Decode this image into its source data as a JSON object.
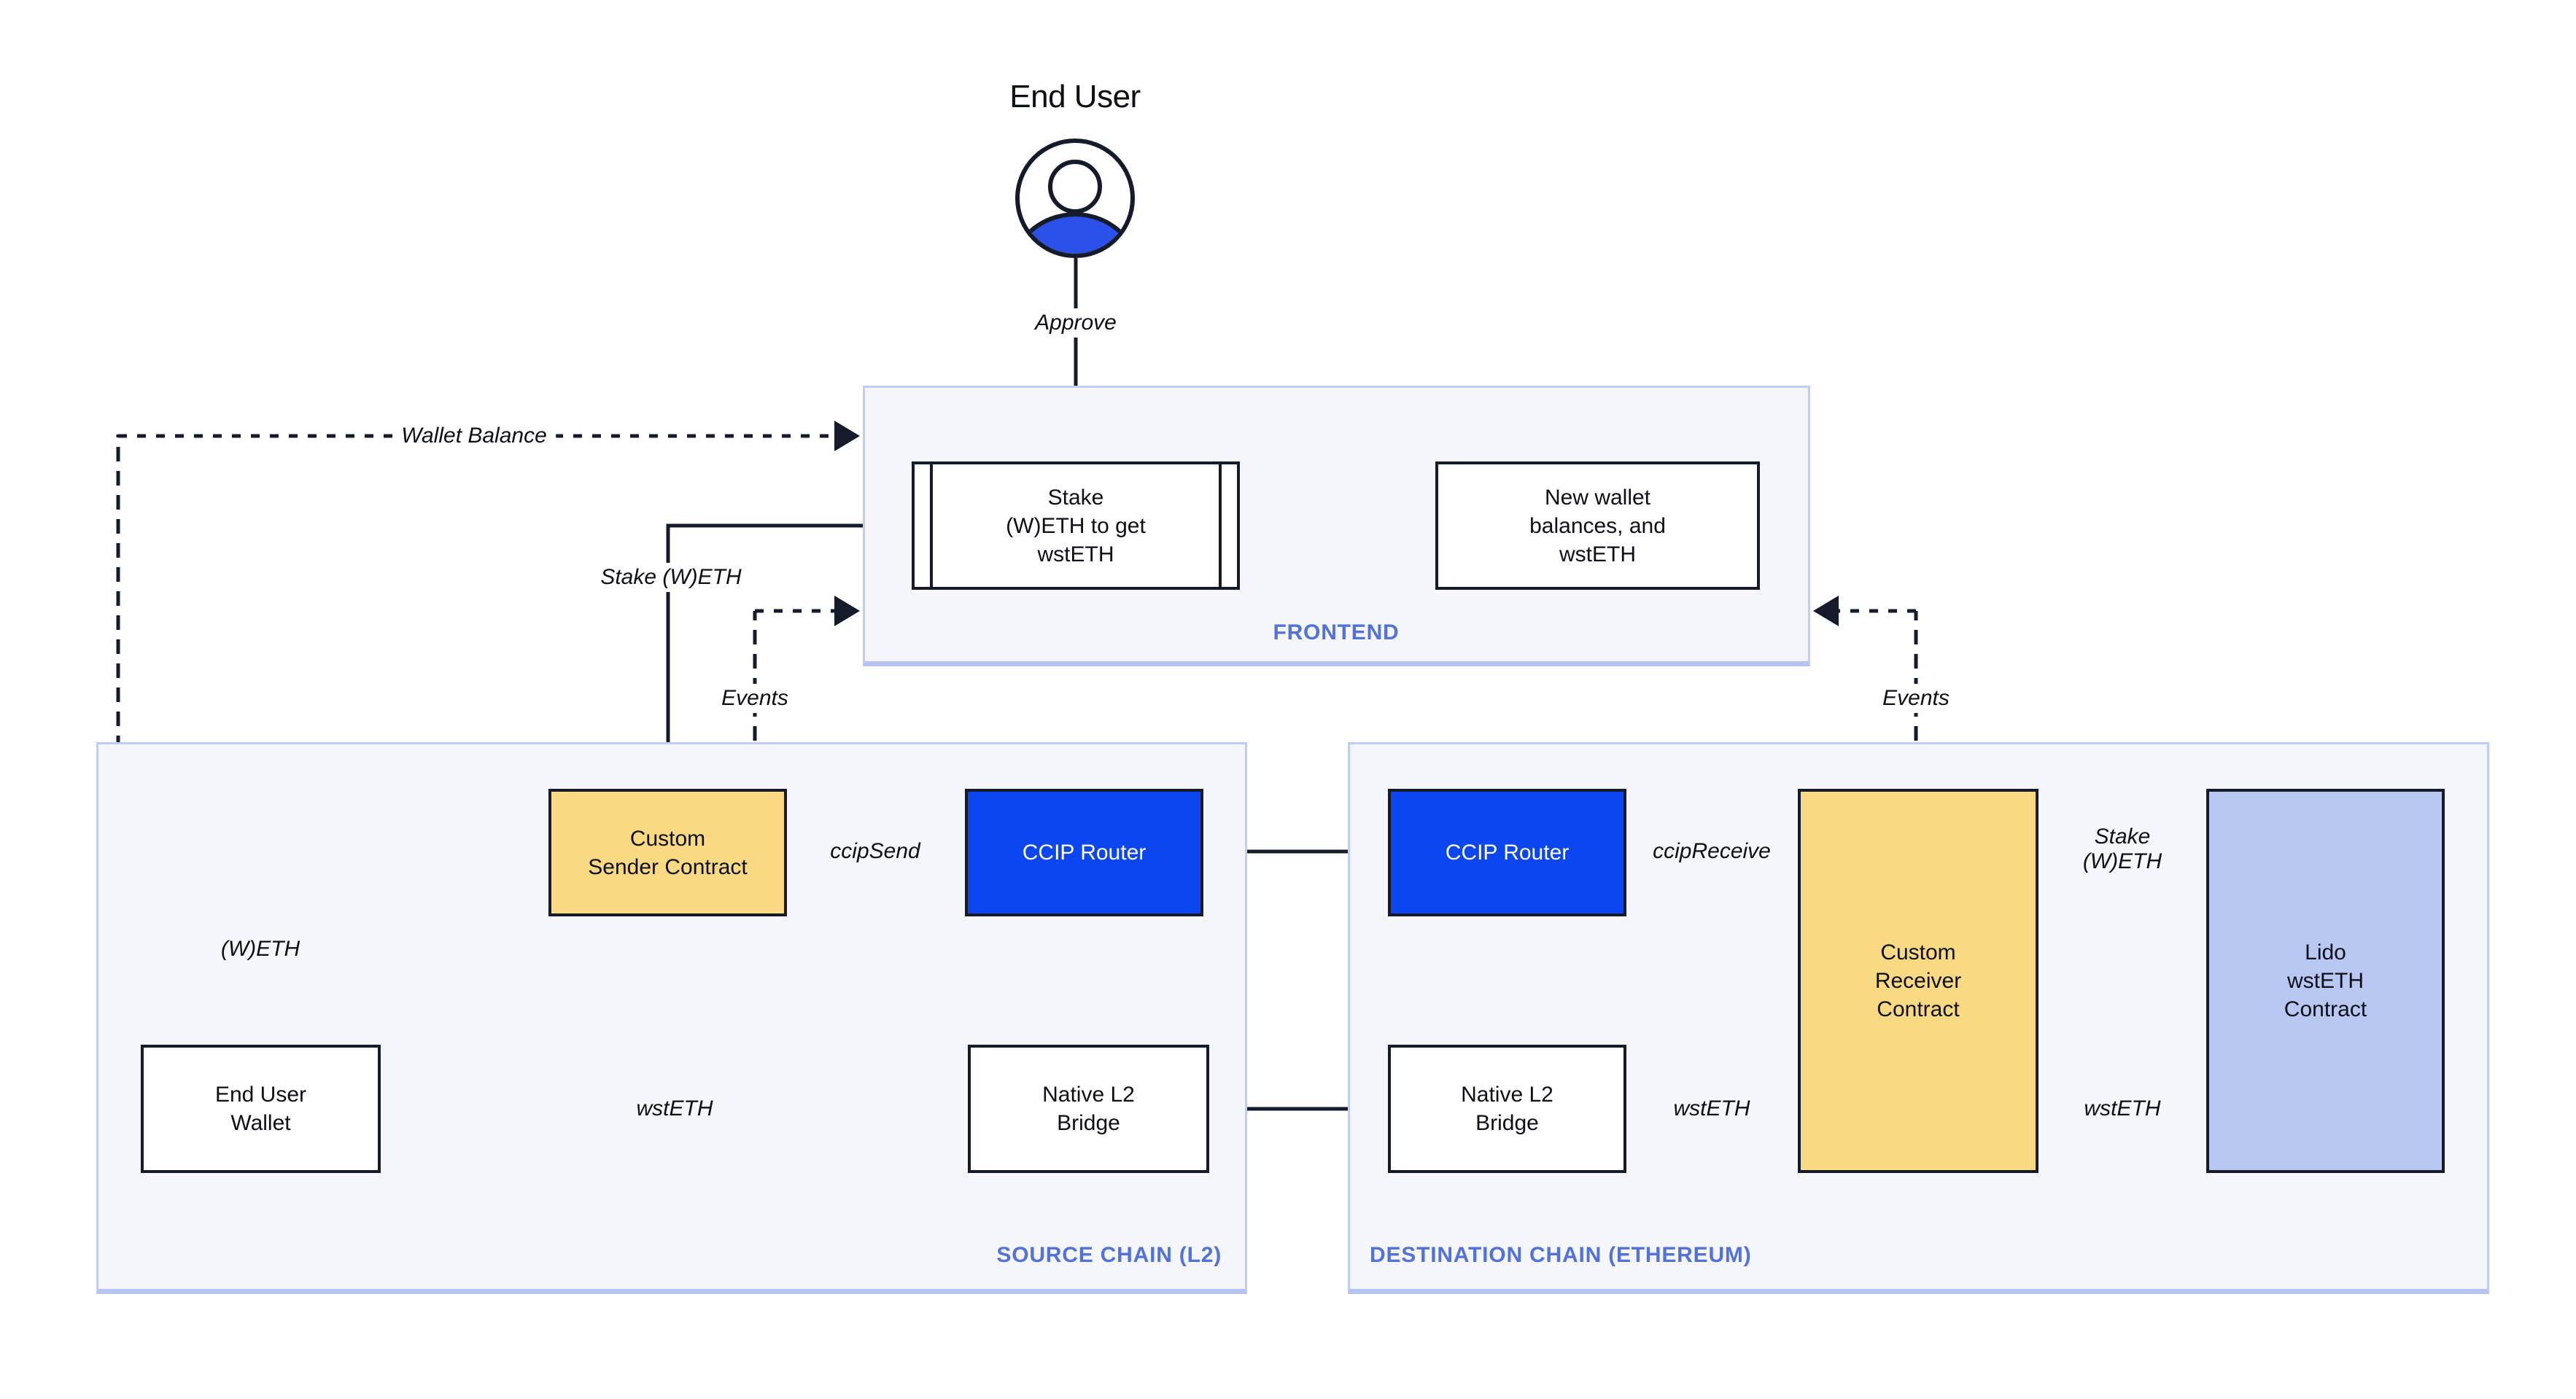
{
  "colors": {
    "ink": "#161b2c",
    "node_yellow": "#fad983",
    "node_blue": "#0c46f1",
    "node_lavender": "#b9c7f3",
    "avatar_blue": "#2b51e8",
    "container_bg": "#f4f6fc",
    "container_border": "#c2cdf5",
    "section_label_blue": "#5372d9"
  },
  "actor": {
    "label": "End User"
  },
  "containers": {
    "frontend": {
      "label": "FRONTEND"
    },
    "source_chain": {
      "label": "SOURCE CHAIN (L2)"
    },
    "destination_chain": {
      "label": "DESTINATION CHAIN (ETHEREUM)"
    }
  },
  "nodes": {
    "stake_box": {
      "line1": "Stake",
      "line2": "(W)ETH to get",
      "line3": "wstETH"
    },
    "new_wallet": {
      "line1": "New wallet",
      "line2": "balances, and",
      "line3": "wstETH"
    },
    "custom_sender": {
      "line1": "Custom",
      "line2": "Sender Contract"
    },
    "ccip_router_source": {
      "label": "CCIP Router"
    },
    "ccip_router_destination": {
      "label": "CCIP Router"
    },
    "custom_receiver": {
      "line1": "Custom",
      "line2": "Receiver",
      "line3": "Contract"
    },
    "lido": {
      "line1": "Lido",
      "line2": "wstETH",
      "line3": "Contract"
    },
    "end_user_wallet": {
      "line1": "End User",
      "line2": "Wallet"
    },
    "native_bridge_source": {
      "line1": "Native L2",
      "line2": "Bridge"
    },
    "native_bridge_destination": {
      "line1": "Native L2",
      "line2": "Bridge"
    }
  },
  "edge_labels": {
    "approve": "Approve",
    "wallet_balance": "Wallet Balance",
    "stake_weth": "Stake (W)ETH",
    "events_left": "Events",
    "events_right": "Events",
    "weth": "(W)ETH",
    "ccip_send": "ccipSend",
    "ccip_receive": "ccipReceive",
    "stake_weth_destination": {
      "line1": "Stake",
      "line2": "(W)ETH"
    },
    "wsteth_to_wallet": "wstETH",
    "wsteth_to_destination_bridge": "wstETH",
    "wsteth_to_receiver": "wstETH"
  }
}
